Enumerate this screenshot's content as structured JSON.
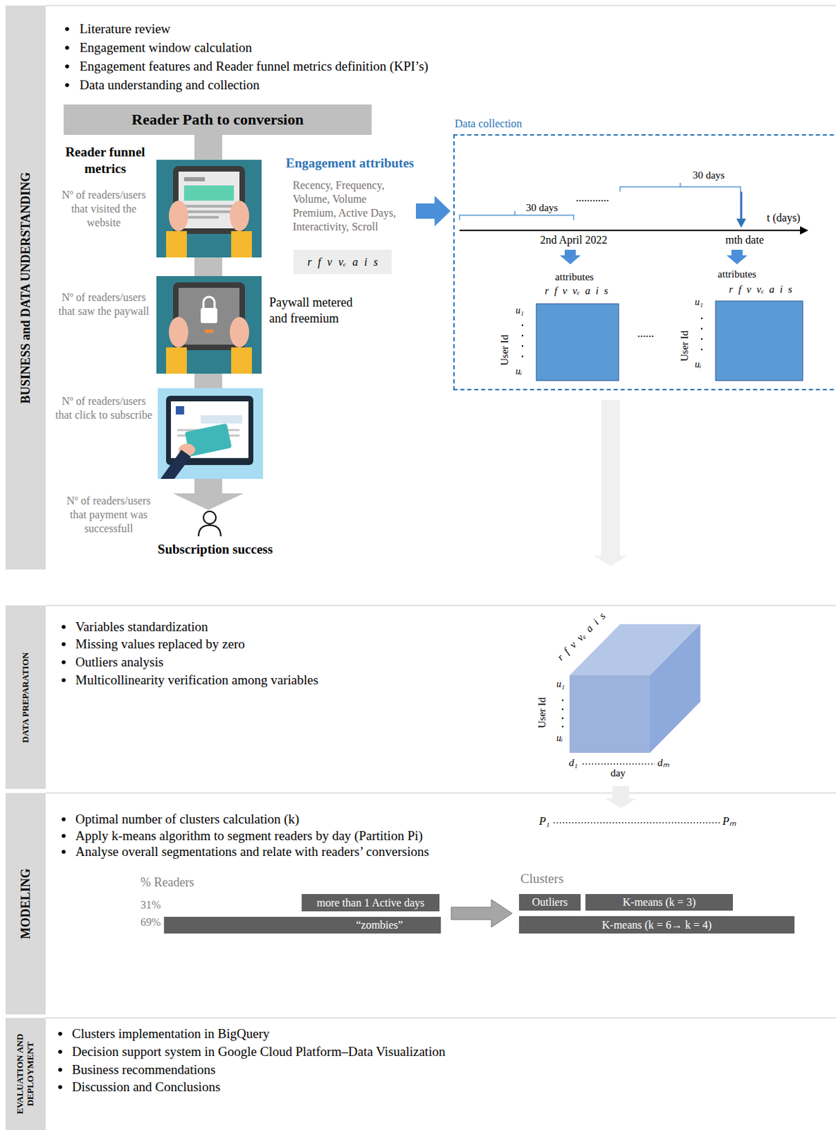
{
  "diagram": {
    "nodes": [
      {
        "text": [
          "BUSINESS and DATA UNDERSTANDING"
        ]
      },
      {
        "text": [
          "Reader Path to conversion"
        ]
      },
      {
        "text": [
          "r f v vₑ a i s"
        ]
      },
      {
        "text": [
          "Data collection"
        ]
      },
      {
        "text": [
          "DATA PREPARATION"
        ]
      },
      {
        "text": [
          "MODELING"
        ]
      },
      {
        "text": [
          "more than 1 Active days"
        ]
      },
      {
        "text": [
          "“zombies”"
        ]
      },
      {
        "text": [
          "Outliers"
        ]
      },
      {
        "text": [
          "K-means  (k = 3)"
        ]
      },
      {
        "text": [
          "K-means  (k = 6→ k = 4)"
        ]
      },
      {
        "text": [
          "EVALUATION AND DEPLOYMENT"
        ]
      }
    ],
    "labels": [
      "Literature review",
      "Engagement window calculation",
      "Engagement features and Reader funnel metrics definition (KPI’s)",
      "Data understanding and collection",
      "Reader funnel metrics",
      "Nº of readers/users that visited the website",
      "Nº of readers/users that saw the paywall",
      "Nº of readers/users that click to subscribe",
      "Nº of readers/users that payment was successfull",
      "Subscription success",
      "Engagement attributes",
      "Recency, Frequency, Volume, Volume Premium, Active Days, Interactivity, Scroll",
      "Paywall metered and freemium",
      "30 days",
      "30 days",
      "............",
      "t (days)",
      "2nd April 2022",
      "mth date",
      "attributes",
      "r f v vₑ a i s",
      "User Id",
      "u₁",
      "uᵢ",
      "......",
      "attributes",
      "r f v vₑ a i s",
      "User Id",
      "u₁",
      "uᵢ",
      "Variables standardization",
      "Missing values replaced by zero",
      "Outliers analysis",
      "Multicollinearity verification among variables",
      "r f v vₑ a i s",
      "User Id",
      "u₁",
      "uᵢ",
      "d₁",
      "dₘ",
      "day",
      "P₁",
      "Pₘ",
      "Optimal number of clusters calculation (k)",
      "Apply k-means algorithm to segment readers by day (Partition Pi)",
      "Analyse overall segmentations and relate with readers’ conversions",
      "% Readers",
      "31%",
      "69%",
      "Clusters",
      "Clusters implementation in BigQuery",
      "Decision support system in Google Cloud Platform–Data Visualization",
      "Business recommendations",
      "Discussion and Conclusions"
    ]
  }
}
